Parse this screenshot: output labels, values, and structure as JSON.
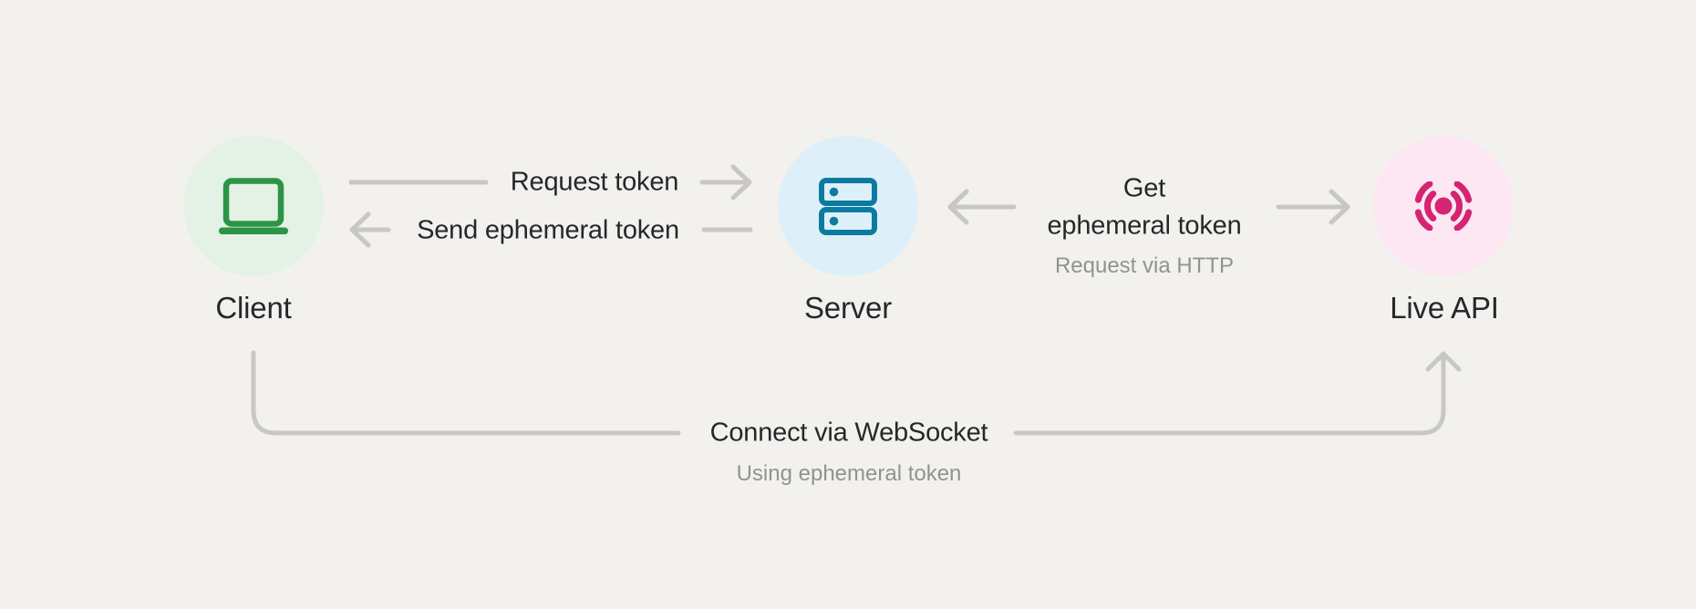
{
  "colors": {
    "bg": "#f2f1ee",
    "line": "#c8c7c5",
    "ink": "#26272a",
    "muted": "#929290",
    "client-icon": "#2d9446",
    "client-circle": "#e3f2e5",
    "server-icon": "#0d7aa0",
    "server-circle": "#ddf0fa",
    "liveapi-icon": "#d42472",
    "liveapi-circle": "#fce7f2"
  },
  "nodes": {
    "client": {
      "label": "Client",
      "icon": "laptop-icon"
    },
    "server": {
      "label": "Server",
      "icon": "server-stack-icon"
    },
    "live_api": {
      "label": "Live API",
      "icon": "broadcast-icon"
    }
  },
  "connections": {
    "request_token": {
      "label": "Request token",
      "direction": "client-to-server"
    },
    "send_ephemeral_token": {
      "label": "Send ephemeral token",
      "direction": "server-to-client"
    },
    "get_ephemeral_token": {
      "label_line1": "Get",
      "label_line2": "ephemeral token",
      "sublabel": "Request via HTTP",
      "direction": "server-and-liveapi"
    },
    "connect_websocket": {
      "label": "Connect via WebSocket",
      "sublabel": "Using ephemeral token",
      "direction": "client-to-liveapi"
    }
  }
}
